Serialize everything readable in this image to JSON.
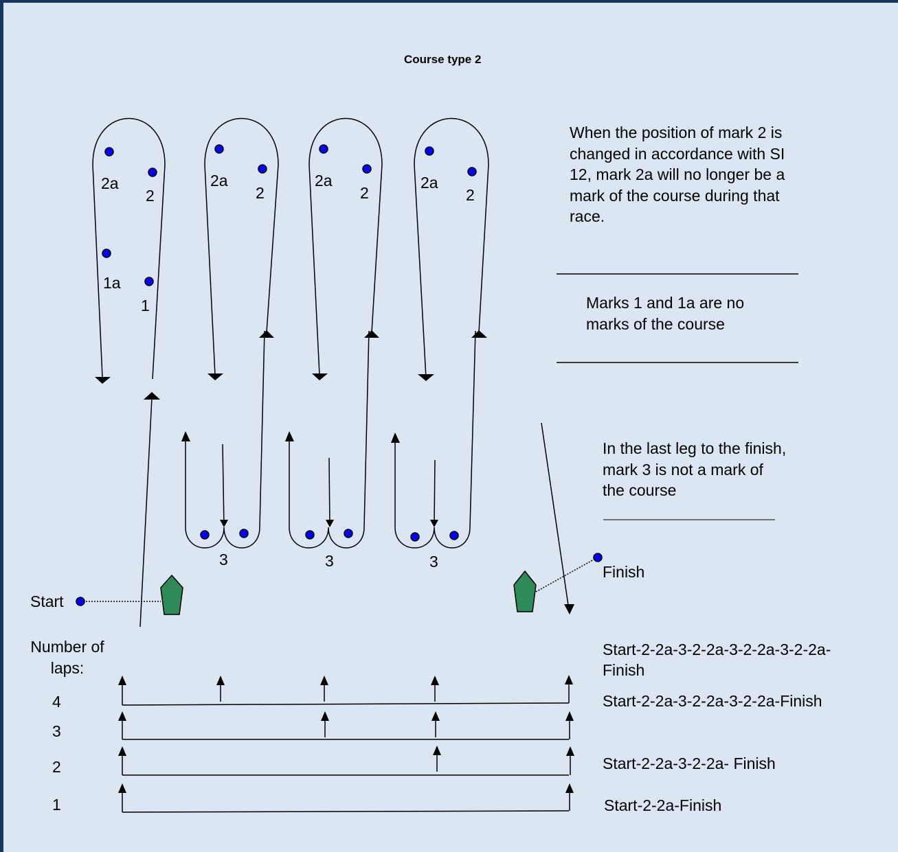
{
  "title": "Course type 2",
  "columns": [
    {
      "label_2a": "2a",
      "label_2": "2",
      "label_1a": "1a",
      "label_1": "1"
    },
    {
      "label_2a": "2a",
      "label_2": "2"
    },
    {
      "label_2a": "2a",
      "label_2": "2"
    },
    {
      "label_2a": "2a",
      "label_2": "2"
    }
  ],
  "gates": [
    "3",
    "3",
    "3"
  ],
  "start": "Start",
  "finish": "Finish",
  "notes": {
    "mark2": "When the position of mark 2 is changed in accordance with SI 12, mark 2a will no longer be a mark of the course during that race.",
    "marks1": "Marks 1 and 1a are no marks of the course",
    "last_leg": "In the last leg to the finish, mark 3 is not a mark of the course"
  },
  "laps_header": "Number of laps:",
  "laps": [
    {
      "num": "4",
      "route": "Start-2-2a-3-2-2a-3-2-2a-3-2-2a-Finish"
    },
    {
      "num": "3",
      "route": "Start-2-2a-3-2-2a-3-2-2a-Finish"
    },
    {
      "num": "2",
      "route": "Start-2-2a-3-2-2a- Finish"
    },
    {
      "num": "1",
      "route": "Start-2-2a-Finish"
    }
  ],
  "colors": {
    "background": "#dce6f2",
    "border": "#17375e",
    "mark": "#0000ff",
    "committee_boat": "#2e8b57"
  }
}
